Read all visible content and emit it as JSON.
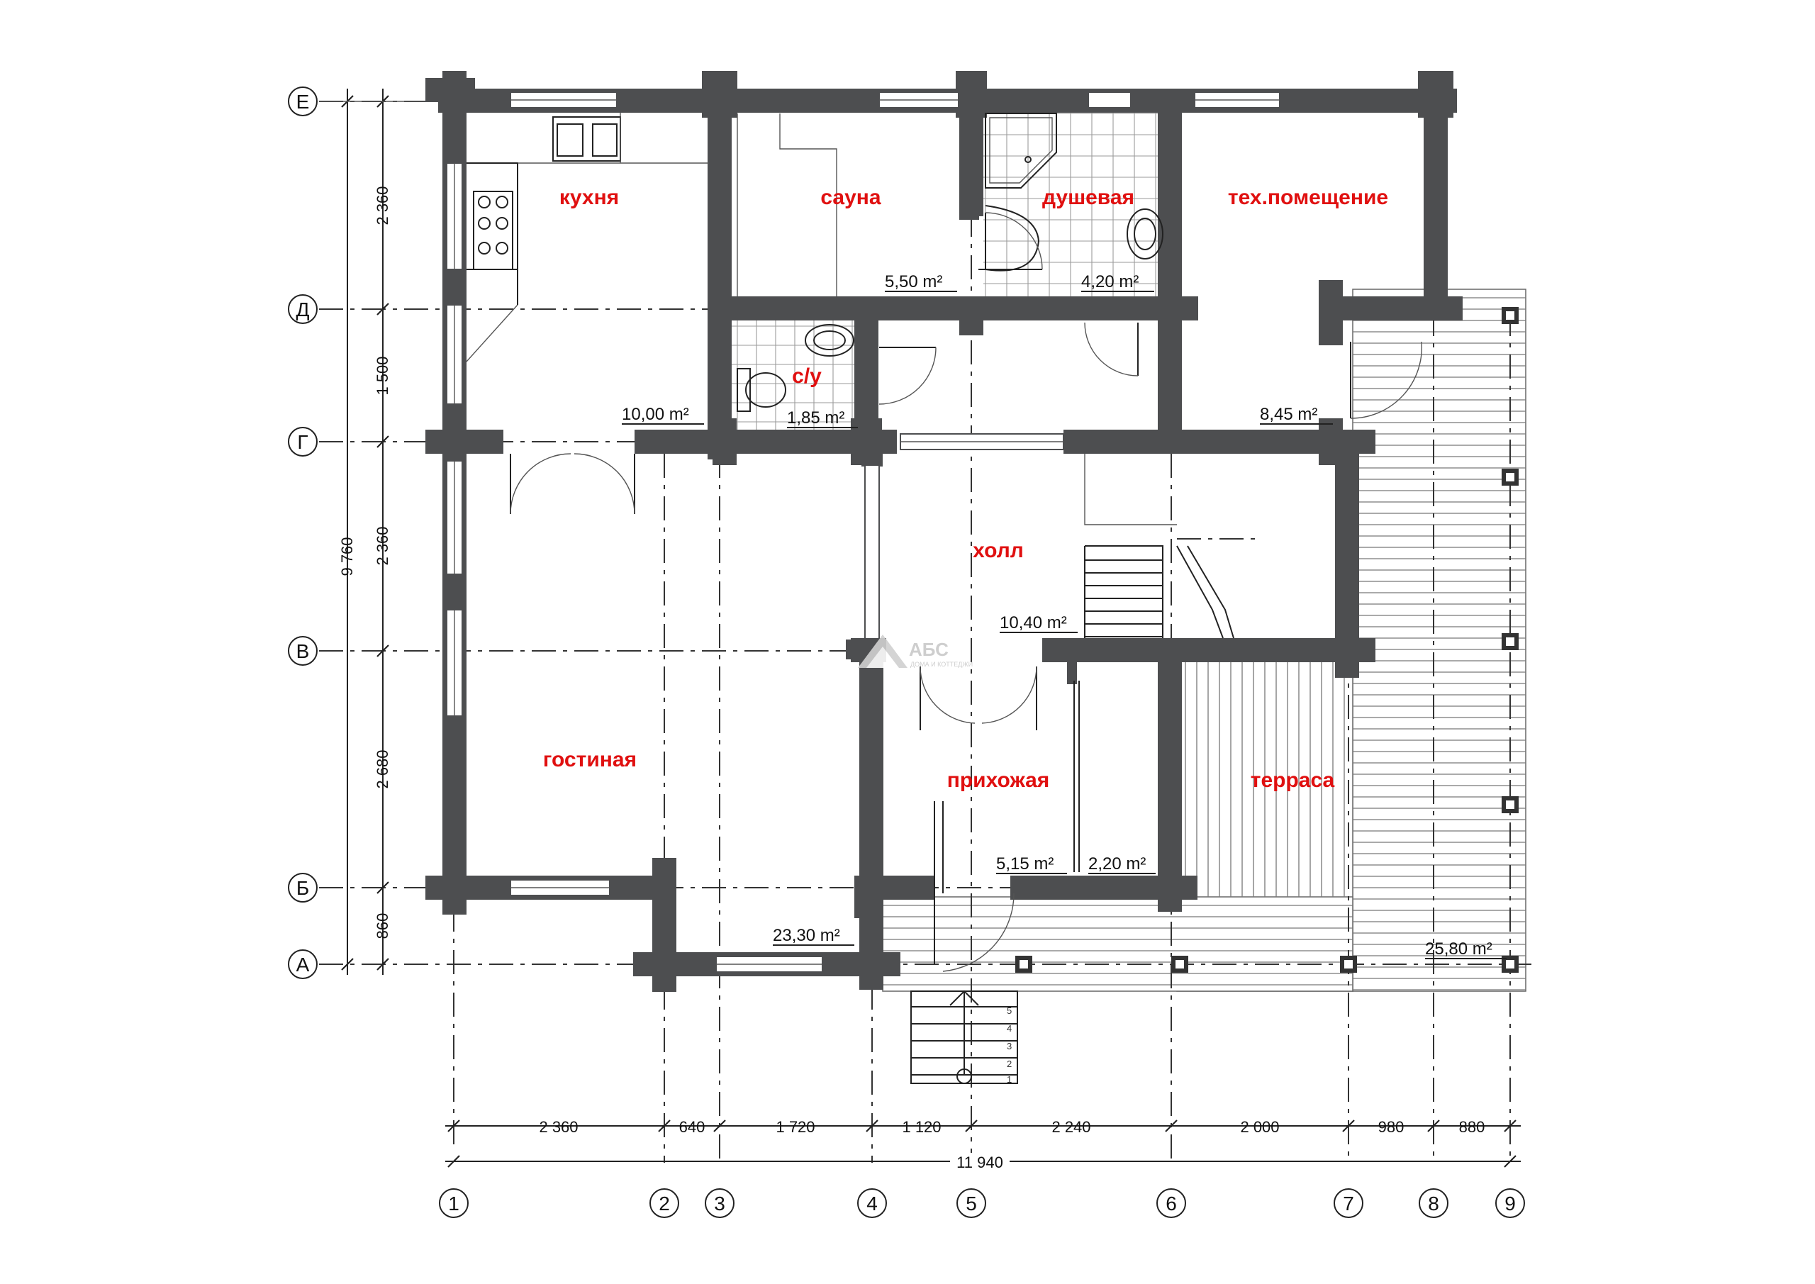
{
  "rooms": {
    "kitchen": "кухня",
    "sauna": "сауна",
    "shower": "душевая",
    "tech": "тех.помещение",
    "wc": "с/у",
    "hall": "холл",
    "living": "гостиная",
    "entry": "прихожая",
    "terrace": "терраса"
  },
  "areas": {
    "kitchen": "10,00 m²",
    "sauna": "5,50 m²",
    "shower": "4,20 m²",
    "tech": "8,45 m²",
    "wc": "1,85 m²",
    "hall": "10,40 m²",
    "living": "23,30 m²",
    "entry": "5,15 m²",
    "closet": "2,20 m²",
    "terrace": "25,80 m²"
  },
  "axes_letters": [
    "Е",
    "Д",
    "Г",
    "В",
    "Б",
    "А"
  ],
  "axes_numbers": [
    "1",
    "2",
    "3",
    "4",
    "5",
    "6",
    "7",
    "8",
    "9"
  ],
  "dims_vertical_inner": [
    "2 360",
    "1 500",
    "2 360",
    "2 680",
    "860"
  ],
  "dim_vertical_total": "9 760",
  "dims_horizontal": [
    "2 360",
    "640",
    "1 720",
    "1 120",
    "2 240",
    "2 000",
    "980",
    "880"
  ],
  "dim_horizontal_total": "11 940",
  "stair_steps": [
    "5",
    "4",
    "3",
    "2",
    "1"
  ],
  "logo": {
    "name": "АБС",
    "subtitle": "ДОМА И КОТТЕДЖИ"
  }
}
